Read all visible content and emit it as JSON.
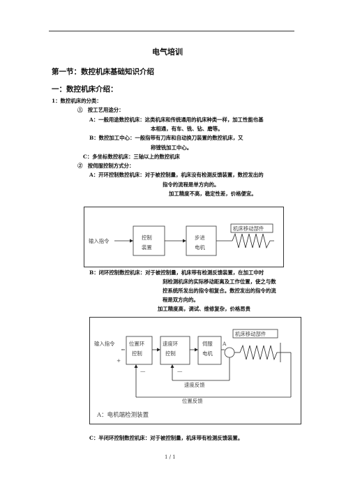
{
  "page": {
    "title": "电气培训",
    "section": "第一节：数控机床基础知识介绍",
    "subsection": "一：数控机床介绍：",
    "footer": "1 / 1"
  },
  "lines": {
    "l1": "1：数控机床的分类：",
    "l2": "①　按工艺用途分：",
    "l3": "A：一般用途数控机床：这类机床和传统通用的机床种类一样，加工性能也基",
    "l4": "本相通，有车、铣、钻、磨等。",
    "l5": "B：数控加工中心：一般指带有刀库和自动换刀装置的数控机床，又",
    "l6": "称镗铣加工中心。",
    "l7": "C：多坐标数控机床：三轴以上的数控机床",
    "l8": "②　按伺服控制方式分：",
    "l9": "A：开环控制数控机床：对于被控制量，机床没有检测反馈装置，数控发出的",
    "l10": "指令的流程是单方向的。",
    "l11": "加工精度不高，稳定性差，价格便宜。",
    "l12": "B：闭环控制数控机床：对于被控制量，机床带有检测反馈装置，在加工中时",
    "l13": "刻检测机床的实际移动距离及工作位置，使之与数",
    "l14": "控系统所发出的指令相复合。数控发出的指令的流",
    "l15": "程是双方向的。",
    "l16": "加工精度高，调试、维修复杂，价格昂贵",
    "l17": "C：半闭环控制数控机床：对于被控制量，机床带有检测反馈装置。"
  },
  "diagram1": {
    "input": "输入指令",
    "controller_1": "控制",
    "controller_2": "装置",
    "motor_1": "步进",
    "motor_2": "电机",
    "moving_part": "机床移动部件"
  },
  "diagram2": {
    "input": "输入指令",
    "pos_ctrl_1": "位置环",
    "pos_ctrl_2": "控制",
    "spd_ctrl_1": "速度环",
    "spd_ctrl_2": "控制",
    "servo_1": "伺服",
    "servo_2": "电机",
    "point_a": "A",
    "moving_part": "机床移动部件",
    "plus": "+",
    "minus1": "—",
    "minus2": "—",
    "speed_feedback": "速度反馈",
    "position_feedback": "位置反馈",
    "caption": "A：电机端检测装置"
  }
}
